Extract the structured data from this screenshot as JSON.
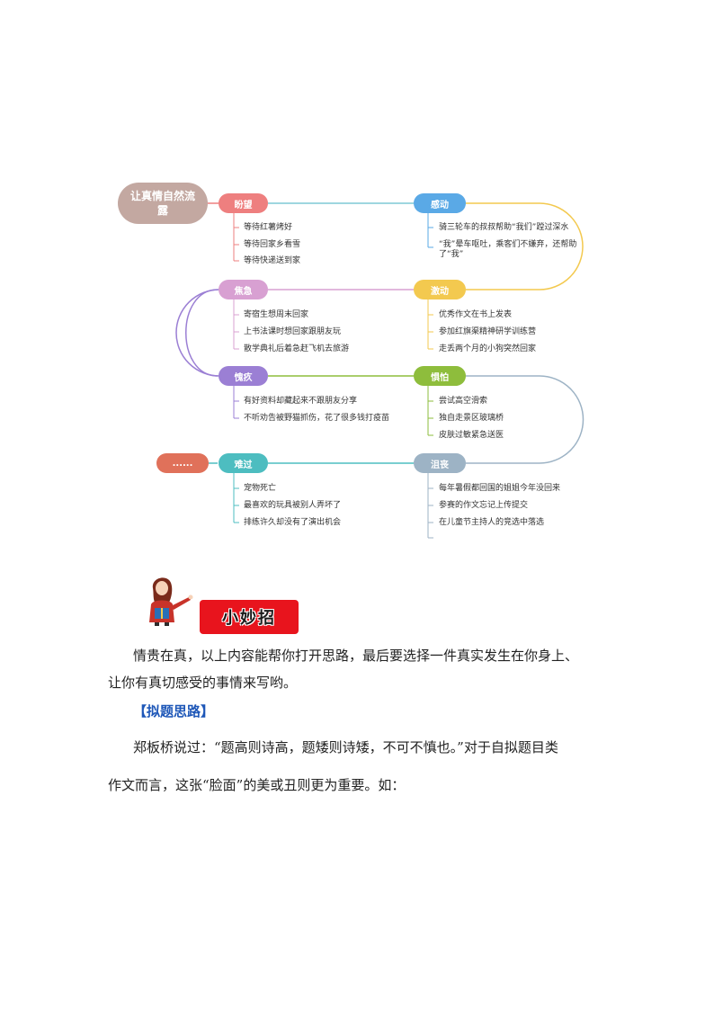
{
  "mindmap": {
    "root": "让真情自然流露",
    "ellipsis": "......",
    "nodes": {
      "panwang": {
        "label": "盼望",
        "color": "#ee7f7f",
        "items": [
          "等待红薯烤好",
          "等待回家乡看雪",
          "等待快递送到家"
        ]
      },
      "gandong": {
        "label": "感动",
        "color": "#5aa9e6",
        "items": [
          "骑三轮车的叔叔帮助“我们”蹚过深水",
          "“我”晕车呕吐，乘客们不嫌弃，还帮助了“我”"
        ]
      },
      "jiaoji": {
        "label": "焦急",
        "color": "#d8a0d2",
        "items": [
          "寄宿生想周末回家",
          "上书法课时想回家跟朋友玩",
          "散学典礼后着急赶飞机去旅游"
        ]
      },
      "jidong": {
        "label": "激动",
        "color": "#f3c94f",
        "items": [
          "优秀作文在书上发表",
          "参加红旗渠精神研学训练营",
          "走丢两个月的小狗突然回家"
        ]
      },
      "kuijiu": {
        "label": "愧疚",
        "color": "#9b7fd4",
        "items": [
          "有好资料却藏起来不跟朋友分享",
          "不听劝告被野猫抓伤，花了很多钱打疫苗"
        ]
      },
      "jupa": {
        "label": "惧怕",
        "color": "#8ebd3c",
        "items": [
          "尝试高空滑索",
          "独自走景区玻璃桥",
          "皮肤过敏紧急送医"
        ]
      },
      "nanguo": {
        "label": "难过",
        "color": "#4dbdc0",
        "items": [
          "宠物死亡",
          "最喜欢的玩具被别人弄坏了",
          "排练许久却没有了演出机会"
        ]
      },
      "jusang": {
        "label": "沮丧",
        "color": "#9db3c5",
        "items": [
          "每年暑假都回国的姐姐今年没回来",
          "参赛的作文忘记上传提交",
          "在儿童节主持人的竞选中落选"
        ]
      }
    },
    "ellipsis_color": "#e0715a"
  },
  "tip": {
    "banner": "小妙招"
  },
  "body": {
    "para1_line1": "情贵在真，以上内容能帮你打开思路，最后要选择一件真实发生在你身上、",
    "para1_line2": "让你有真切感受的事情来写哟。",
    "heading": "【拟题思路】",
    "para2_line1": "郑板桥说过：“题高则诗高，题矮则诗矮，不可不慎也。”对于自拟题目类",
    "para2_line2": "作文而言，这张“脸面”的美或丑则更为重要。如："
  }
}
